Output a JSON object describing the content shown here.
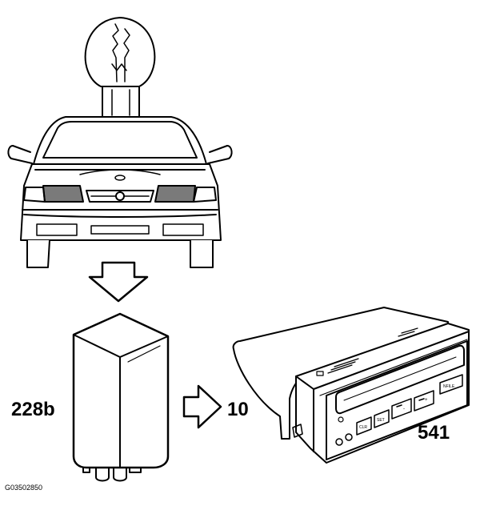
{
  "labels": {
    "relay_number": "228b",
    "connector_number": "10",
    "display_number": "541",
    "figure_code": "G03502850"
  },
  "display_buttons": {
    "clear": "CLR",
    "set": "SET",
    "minus": "-",
    "plus": "+",
    "right": "NFILE"
  },
  "colors": {
    "line": "#000000",
    "headlamp_fill": "#7a7a7a",
    "background": "#ffffff"
  }
}
